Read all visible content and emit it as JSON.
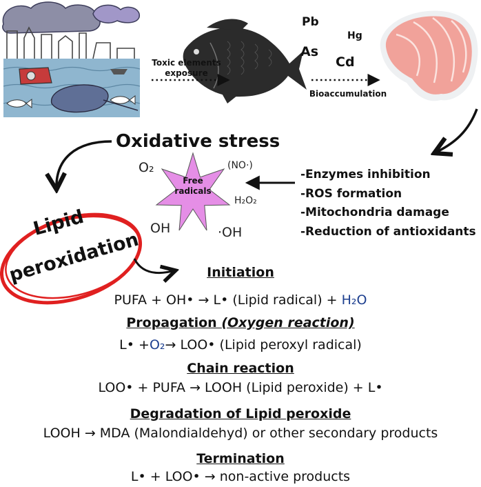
{
  "top": {
    "exposure_label_line1": "Toxic elements",
    "exposure_label_line2": "exposure",
    "bioaccumulation_label": "Bioaccumulation",
    "elements": [
      "Pb",
      "Hg",
      "As",
      "Cd"
    ]
  },
  "oxidative_stress": {
    "title": "Oxidative stress",
    "center_label_line1": "Free",
    "center_label_line2": "radicals",
    "radicals": {
      "o2": "O₂",
      "no": "(NO·)",
      "h2o2": "H₂O₂",
      "oh": "OH",
      "oh_radical": "·OH"
    }
  },
  "effects": [
    "-Enzymes inhibition",
    "-ROS formation",
    "-Mitochondria damage",
    "-Reduction of antioxidants"
  ],
  "lipid_label": {
    "line1": "Lipid",
    "line2": "peroxidation"
  },
  "stages": {
    "initiation": {
      "heading": "Initiation",
      "eq_prefix": "PUFA + OH• → L• (Lipid radical) + ",
      "eq_product": "H₂O"
    },
    "propagation": {
      "heading_main": "Propagation ",
      "heading_em": "(Oxygen reaction)",
      "eq_prefix": "L• +",
      "eq_o2": "O₂",
      "eq_suffix": "→ LOO• (Lipid peroxyl radical)"
    },
    "chain": {
      "heading": "Chain reaction",
      "eq": "LOO• + PUFA → LOOH (Lipid peroxide) + L•"
    },
    "degradation": {
      "heading": "Degradation of Lipid peroxide",
      "eq": "LOOH → MDA (Malondialdehyd) or other secondary products"
    },
    "termination": {
      "heading": "Termination",
      "eq": "L• + LOO• → non-active products"
    }
  },
  "colors": {
    "star_fill": "#e58ee6",
    "ellipse_stroke": "#e02020",
    "water": "#8fb6cf",
    "fish_body": "#2b2b2b",
    "salmon": "#f1a29a"
  }
}
